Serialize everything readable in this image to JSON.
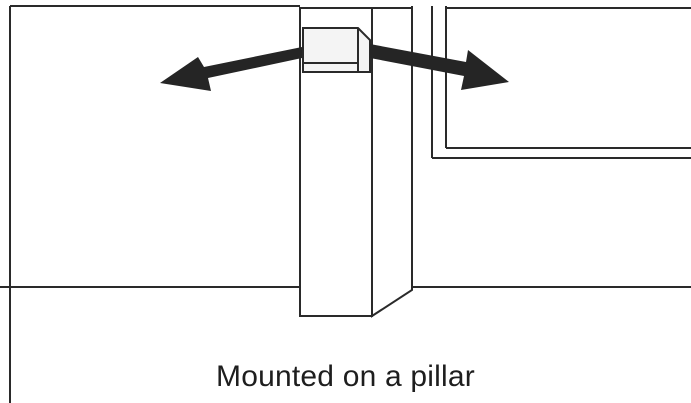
{
  "diagram": {
    "caption": "Mounted on a pillar",
    "colors": {
      "line": "#2a2a2a",
      "arrow": "#252525",
      "background": "#ffffff"
    },
    "elements": {
      "pillar": "square-pillar",
      "sensor": "box-sensor",
      "window": "window-frame",
      "arrows": [
        "arrow-left",
        "arrow-right"
      ]
    }
  }
}
